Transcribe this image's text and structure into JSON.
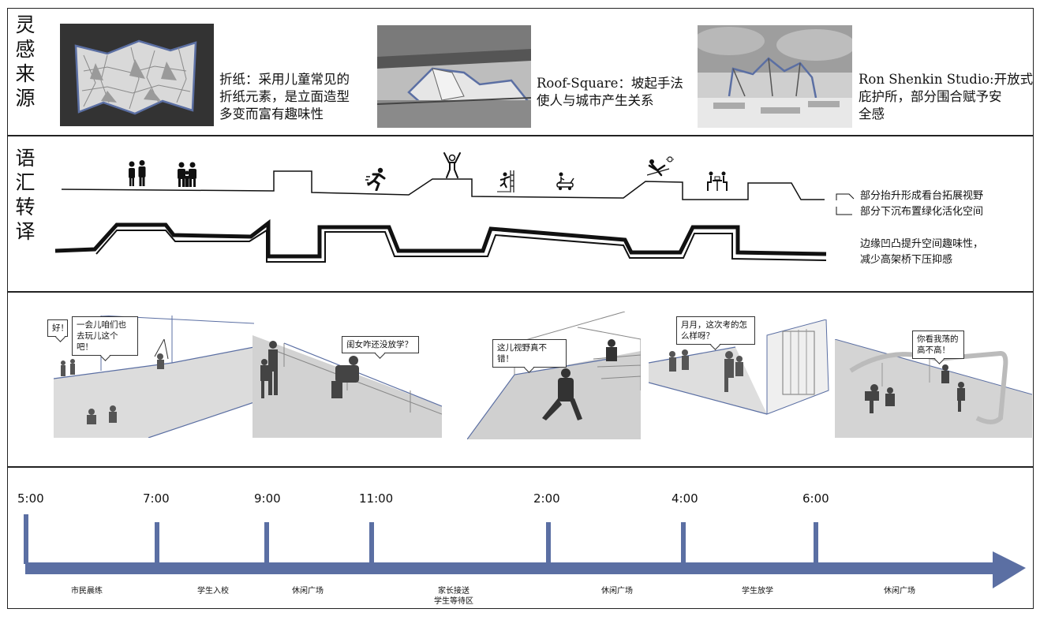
{
  "sections": {
    "inspiration": {
      "label": [
        "灵",
        "感",
        "来",
        "源"
      ]
    },
    "vocabulary": {
      "label": [
        "语",
        "汇",
        "转",
        "译"
      ]
    }
  },
  "inspiration_items": [
    {
      "caption": [
        "折纸：采用儿童常见的",
        "折纸元素，是立面造型",
        "多变而富有趣味性"
      ]
    },
    {
      "caption": [
        "Roof-Square：坡起手法",
        "使人与城市产生关系"
      ]
    },
    {
      "caption": [
        "Ron Shenkin Studio:开放式",
        "庇护所，部分围合赋予安",
        "全感"
      ]
    }
  ],
  "legend": {
    "raised": "部分抬升形成看台拓展视野",
    "sunken": "部分下沉布置绿化活化空间",
    "note": [
      "边缘凹凸提升空间趣味性，",
      "减少高架桥下压抑感"
    ]
  },
  "icons": [
    "family-icon",
    "family-icon",
    "running-icon",
    "jumping-icon",
    "climbing-icon",
    "playground-icon",
    "sunbathing-icon",
    "table-icon"
  ],
  "scenes": [
    {
      "bubbles": [
        "好！",
        "一会儿咱们也去玩儿这个吧！"
      ]
    },
    {
      "bubbles": [
        "闺女咋还没放学？"
      ]
    },
    {
      "bubbles": [
        "这儿视野真不错！"
      ]
    },
    {
      "bubbles": [
        "月月，这次考的怎么样呀？"
      ]
    },
    {
      "bubbles": [
        "你看我荡的高不高！"
      ]
    }
  ],
  "timeline": {
    "times": [
      "5:00",
      "7:00",
      "9:00",
      "11:00",
      "2:00",
      "4:00",
      "6:00"
    ],
    "activities": [
      "市民晨练",
      "学生入校",
      "休闲广场",
      "家长接送",
      "学生等待区",
      "休闲广场",
      "学生放学",
      "休闲广场"
    ]
  },
  "colors": {
    "accent": "#5b6fa3",
    "line": "#111111"
  }
}
